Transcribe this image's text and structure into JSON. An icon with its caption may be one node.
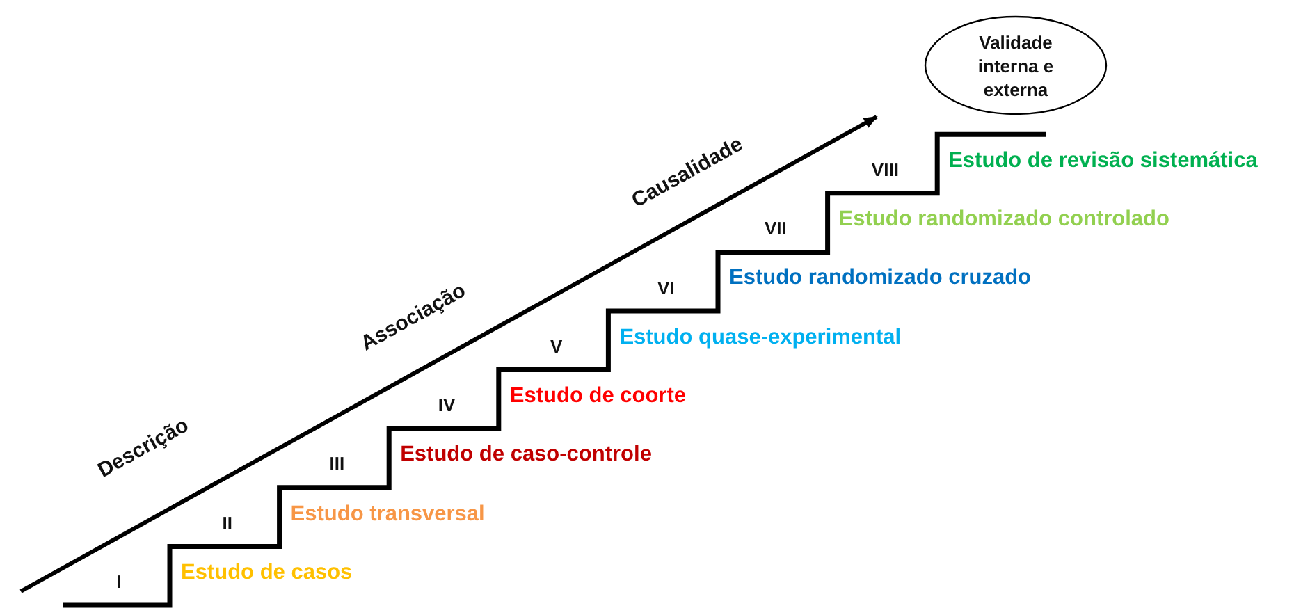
{
  "diagram": {
    "nodes": [
      {
        "text": [
          "Validade interna e externa"
        ]
      }
    ],
    "labels": [
      "Descrição",
      "Associação",
      "Causalidade",
      "I",
      "Estudo de casos",
      "II",
      "Estudo transversal",
      "III",
      "Estudo de caso-controle",
      "IV",
      "Estudo de coorte",
      "V",
      "Estudo quase-experimental",
      "VI",
      "Estudo randomizado cruzado",
      "VII",
      "Estudo randomizado controlado",
      "VIII",
      "Estudo de revisão sistemática"
    ]
  }
}
